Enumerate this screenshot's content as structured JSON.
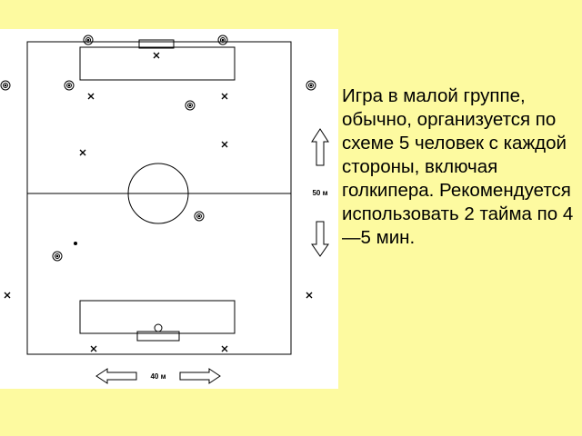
{
  "slide": {
    "background": "#fdfaa0",
    "caption": "Игра в малой группе, обычно, организуется по схеме 5 человек с каждой стороны, включая голкипера. Рекомендуется использовать 2 тайма по  4—5 мин."
  },
  "diagram": {
    "dimension_labels": {
      "length": "50 м",
      "width": "40 м"
    },
    "icons": {
      "player_a": "target-circle-icon",
      "player_b": "cross-icon",
      "ball": "ball-icon",
      "arrow_up": "arrow-up-icon",
      "arrow_down": "arrow-down-icon",
      "arrow_left": "arrow-left-icon",
      "arrow_right": "arrow-right-icon"
    }
  }
}
